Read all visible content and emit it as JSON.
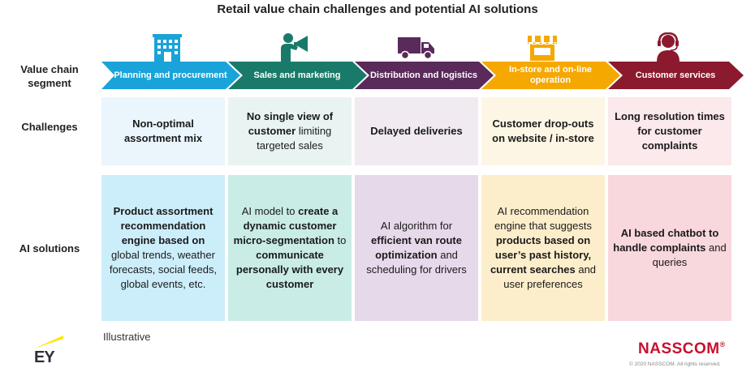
{
  "title": "Retail value chain challenges and potential AI solutions",
  "row_labels": {
    "value_chain": "Value chain segment",
    "challenges": "Challenges",
    "ai_solutions": "AI solutions"
  },
  "colors": {
    "planning": "#1aa3d9",
    "sales": "#1a7a6a",
    "distribution": "#5a2a5a",
    "instore": "#f5a800",
    "customer": "#8b1a2e"
  },
  "segments": [
    {
      "label": "Planning and procurement",
      "icon": "building-icon",
      "challenge": [
        {
          "t": "Non-optimal assortment mix",
          "b": true
        }
      ],
      "solution": [
        {
          "t": "Product assortment recommendation engine based on",
          "b": true
        },
        {
          "t": " global trends, weather forecasts, social feeds, global events, etc.",
          "b": false
        }
      ]
    },
    {
      "label": "Sales and marketing",
      "icon": "megaphone-person-icon",
      "challenge": [
        {
          "t": "No single view of customer",
          "b": true
        },
        {
          "t": " limiting targeted sales",
          "b": false
        }
      ],
      "solution": [
        {
          "t": "AI model to ",
          "b": false
        },
        {
          "t": "create a dynamic customer micro-segmentation",
          "b": true
        },
        {
          "t": " to ",
          "b": false
        },
        {
          "t": "communicate personally with every customer",
          "b": true
        }
      ]
    },
    {
      "label": "Distribution and logistics",
      "icon": "delivery-truck-icon",
      "challenge": [
        {
          "t": "Delayed deliveries",
          "b": true
        }
      ],
      "solution": [
        {
          "t": "AI algorithm for ",
          "b": false
        },
        {
          "t": "efficient van route optimization",
          "b": true
        },
        {
          "t": " and scheduling for drivers",
          "b": false
        }
      ]
    },
    {
      "label": "In-store and on-line operation",
      "icon": "storefront-icon",
      "challenge": [
        {
          "t": "Customer drop-outs on website / in-store",
          "b": true
        }
      ],
      "solution": [
        {
          "t": "AI recommendation engine that suggests ",
          "b": false
        },
        {
          "t": "products based on user’s past history, current searches",
          "b": true
        },
        {
          "t": " and user preferences",
          "b": false
        }
      ]
    },
    {
      "label": "Customer services",
      "icon": "headset-agent-icon",
      "challenge": [
        {
          "t": "Long resolution times for customer complaints",
          "b": true
        }
      ],
      "solution": [
        {
          "t": "AI based chatbot to handle complaints",
          "b": true
        },
        {
          "t": " and queries",
          "b": false
        }
      ]
    }
  ],
  "footer": {
    "illustrative": "Illustrative",
    "ey_logo": "EY",
    "nasscom_logo": "NASSCOM",
    "nasscom_reg": "®",
    "copyright": "© 2020 NASSCOM. All rights reserved."
  }
}
